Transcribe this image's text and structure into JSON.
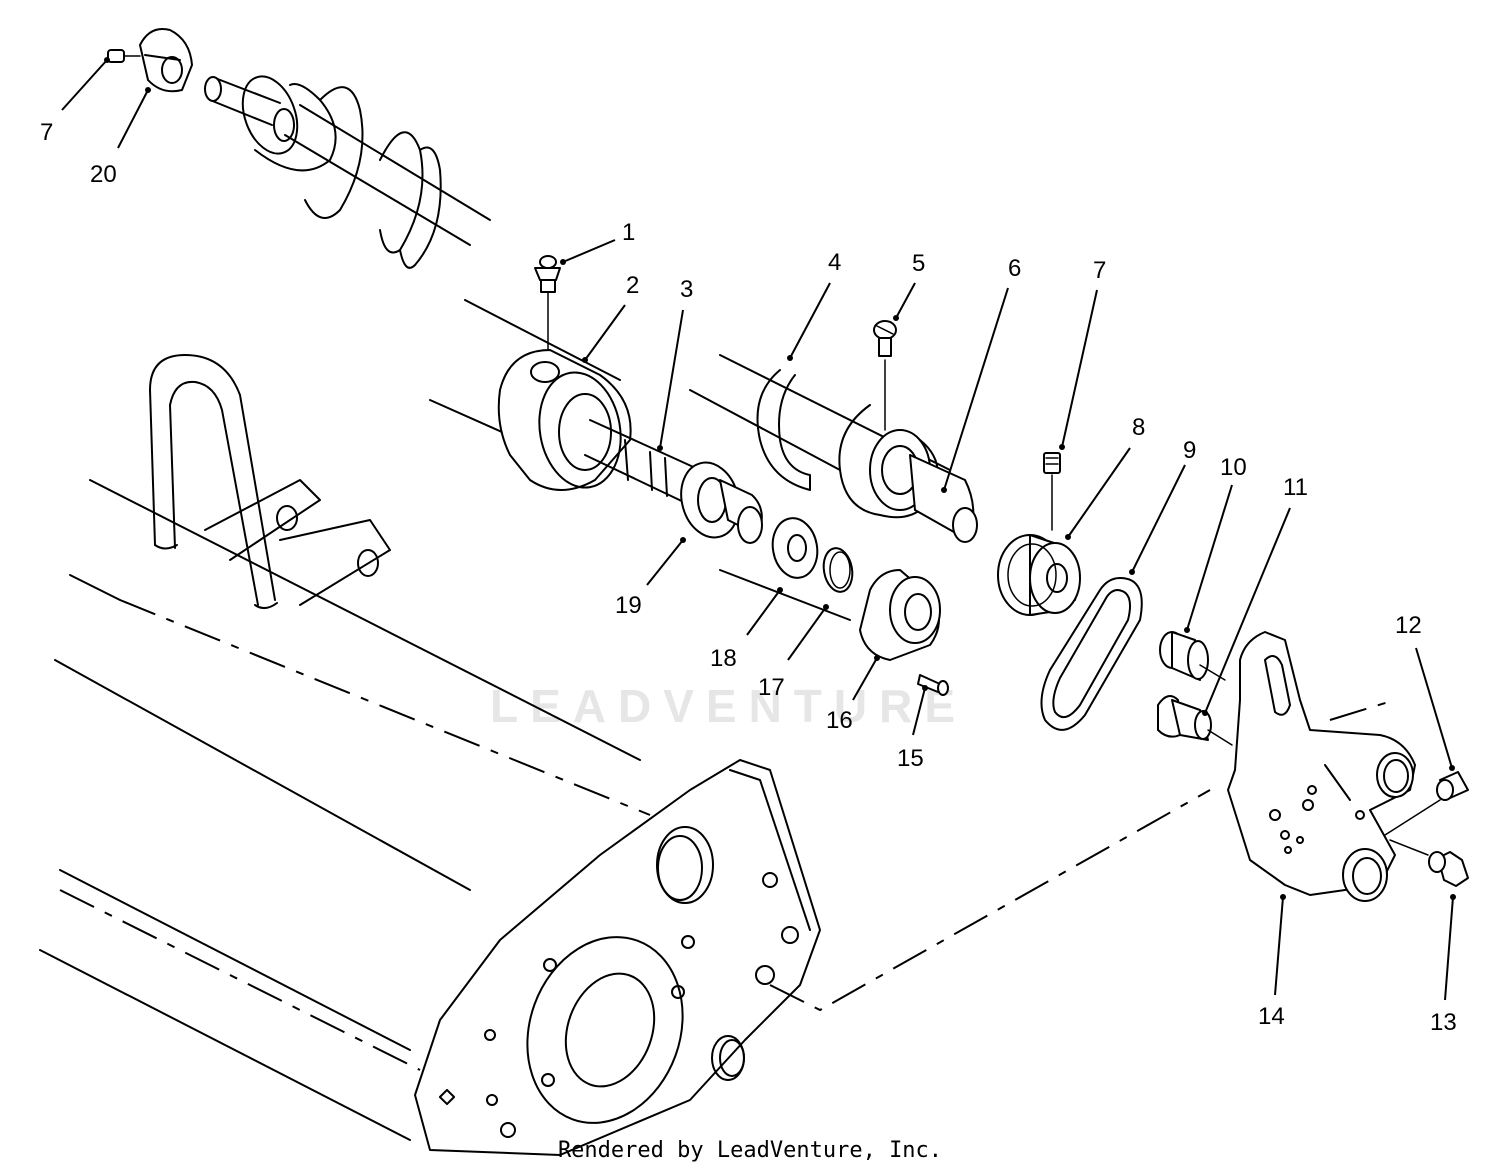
{
  "diagram": {
    "watermark": "LEADVENTURE",
    "footer": "Rendered by LeadVenture, Inc.",
    "callouts": [
      {
        "id": "c1",
        "label": "1"
      },
      {
        "id": "c2",
        "label": "2"
      },
      {
        "id": "c3",
        "label": "3"
      },
      {
        "id": "c4",
        "label": "4"
      },
      {
        "id": "c5",
        "label": "5"
      },
      {
        "id": "c6",
        "label": "6"
      },
      {
        "id": "c7a",
        "label": "7"
      },
      {
        "id": "c7b",
        "label": "7"
      },
      {
        "id": "c8",
        "label": "8"
      },
      {
        "id": "c9",
        "label": "9"
      },
      {
        "id": "c10",
        "label": "10"
      },
      {
        "id": "c11",
        "label": "11"
      },
      {
        "id": "c12",
        "label": "12"
      },
      {
        "id": "c13",
        "label": "13"
      },
      {
        "id": "c14",
        "label": "14"
      },
      {
        "id": "c15",
        "label": "15"
      },
      {
        "id": "c16",
        "label": "16"
      },
      {
        "id": "c17",
        "label": "17"
      },
      {
        "id": "c18",
        "label": "18"
      },
      {
        "id": "c19",
        "label": "19"
      },
      {
        "id": "c20",
        "label": "20"
      }
    ]
  }
}
